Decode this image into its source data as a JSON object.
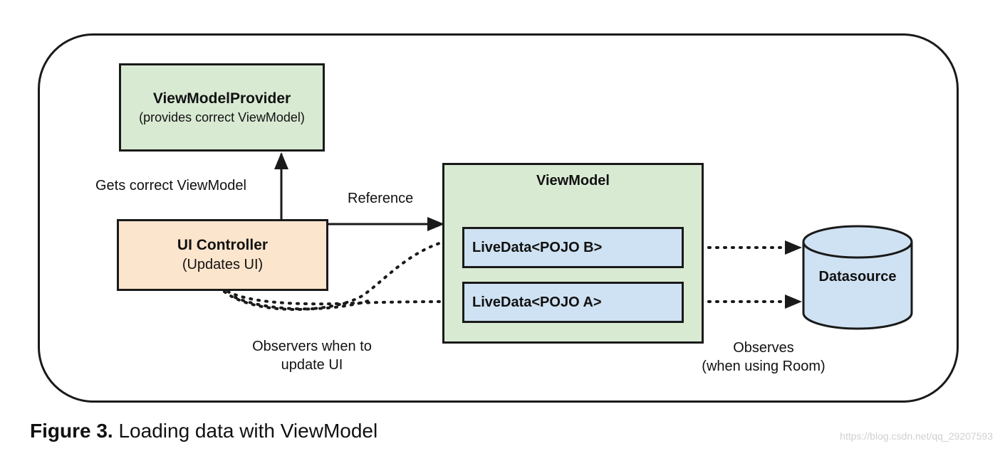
{
  "viewmodel_provider": {
    "title": "ViewModelProvider",
    "subtitle": "(provides correct ViewModel)"
  },
  "ui_controller": {
    "title": "UI Controller",
    "subtitle": "(Updates UI)"
  },
  "viewmodel": {
    "title": "ViewModel",
    "livedata_b": "LiveData<POJO B>",
    "livedata_a": "LiveData<POJO A>"
  },
  "datasource": {
    "label": "Datasource"
  },
  "edges": {
    "gets_viewmodel": "Gets correct ViewModel",
    "reference": "Reference",
    "observers_line1": "Observers when to",
    "observers_line2": "update UI",
    "observes_line1": "Observes",
    "observes_line2": "(when using Room)"
  },
  "caption": {
    "figure": "Figure 3.",
    "text": "Loading data with ViewModel"
  },
  "watermark": "https://blog.csdn.net/qq_29207593"
}
